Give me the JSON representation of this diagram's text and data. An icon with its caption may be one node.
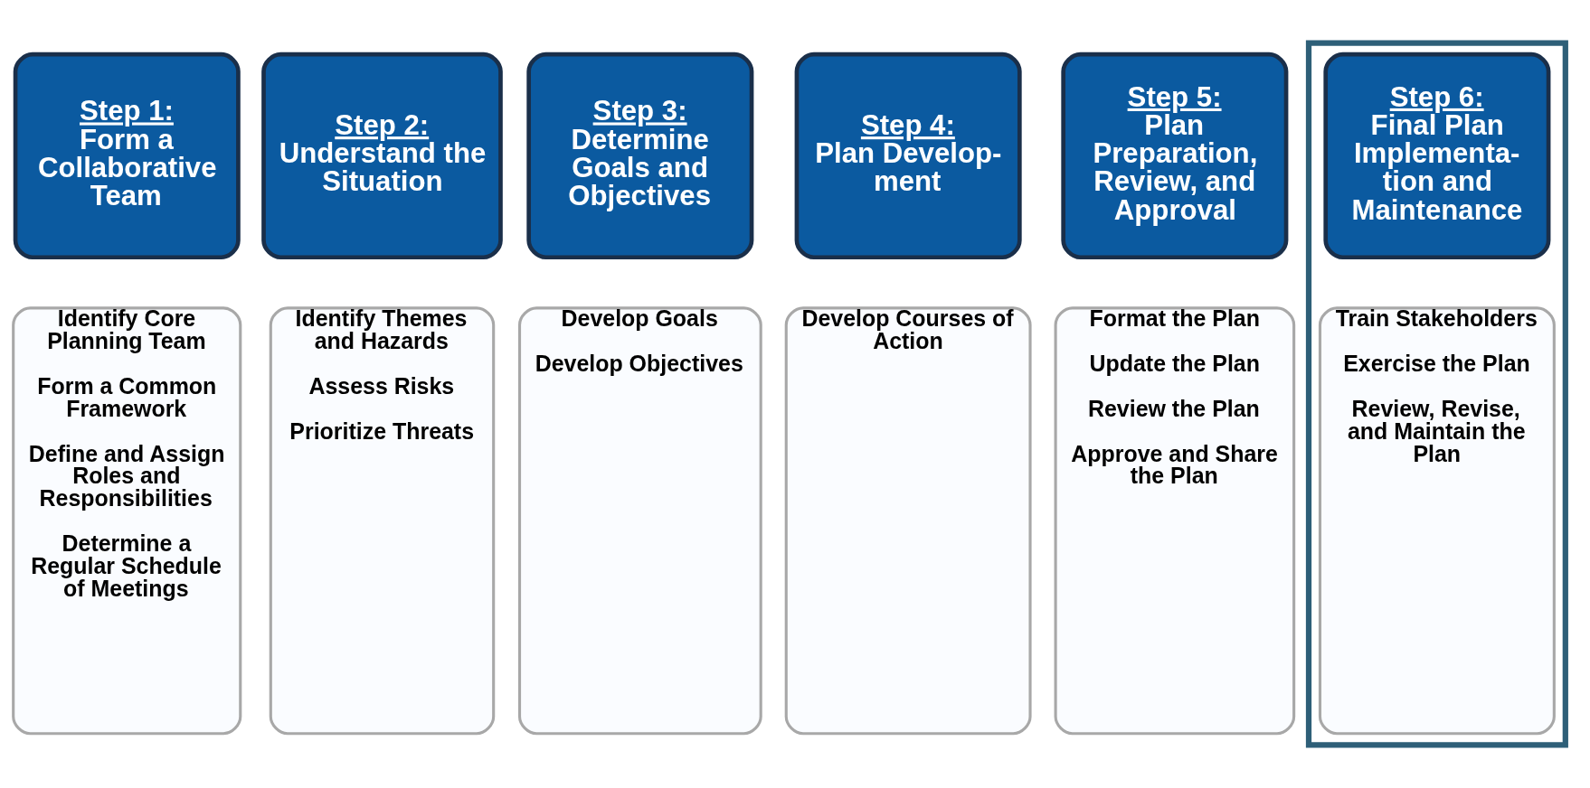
{
  "diagram": {
    "nodes": [
      {
        "text": [
          "Step 1:",
          "Form a Collaborative Team"
        ]
      },
      {
        "text": [
          "Step 2:",
          "Understand the Situation"
        ]
      },
      {
        "text": [
          "Step 3:",
          "Determine Goals and Objectives"
        ]
      },
      {
        "text": [
          "Step 4:",
          "Plan Develop-ment"
        ]
      },
      {
        "text": [
          "Step 5:",
          "Plan Preparation, Review, and Approval"
        ]
      },
      {
        "text": [],
        "shape": "box"
      },
      {
        "text": [
          "Step 6:",
          "Final Plan Implementa-tion and Maintenance"
        ],
        "in": 5
      },
      {
        "text": [
          "Identify Core Planning Team",
          "Form a Common Framework",
          "Define and Assign Roles and Responsibilities",
          "Determine a Regular Schedule of Meetings"
        ]
      },
      {
        "text": [
          "Identify Themes and Hazards",
          "Assess Risks",
          "Prioritize Threats"
        ]
      },
      {
        "text": [
          "Develop Goals",
          "Develop Objectives"
        ]
      },
      {
        "text": [
          "Develop Courses of Action"
        ]
      },
      {
        "text": [
          "Format the Plan",
          "Update the Plan",
          "Review the Plan",
          "Approve and Share the Plan"
        ]
      },
      {
        "text": [
          "Train Stakeholders",
          "Exercise the Plan",
          "Review, Revise, and Maintain the Plan"
        ],
        "in": 5
      }
    ],
    "edges": []
  }
}
